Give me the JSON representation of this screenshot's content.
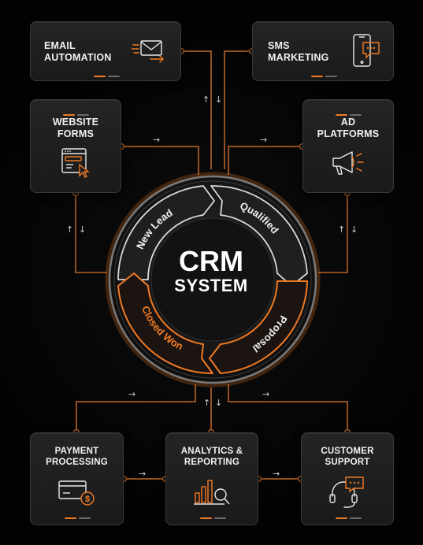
{
  "hub": {
    "title_line1": "CRM",
    "title_line2": "SYSTEM",
    "stages": [
      "New Lead",
      "Qualified",
      "Proposal",
      "Closed Won"
    ]
  },
  "nodes": {
    "email": {
      "label": "EMAIL\nAUTOMATION",
      "icon": "envelope-icon"
    },
    "sms": {
      "label": "SMS\nMARKETING",
      "icon": "smartphone-chat-icon"
    },
    "website": {
      "label": "WEBSITE\nFORMS",
      "icon": "web-form-cursor-icon"
    },
    "ads": {
      "label": "AD\nPLATFORMS",
      "icon": "megaphone-icon"
    },
    "payment": {
      "label": "PAYMENT\nPROCESSING",
      "icon": "credit-card-dollar-icon"
    },
    "analytics": {
      "label": "ANALYTICS &\nREPORTING",
      "icon": "bar-chart-magnifier-icon"
    },
    "support": {
      "label": "CUSTOMER\nSUPPORT",
      "icon": "headset-chat-icon"
    }
  },
  "colors": {
    "accent": "#f07a22",
    "card_bg": "#1e1e1e",
    "line_grey": "#8a8a8a",
    "text": "#f1f1f1"
  },
  "glyphs": {
    "right": "→",
    "down": "↓",
    "up": "↑"
  }
}
